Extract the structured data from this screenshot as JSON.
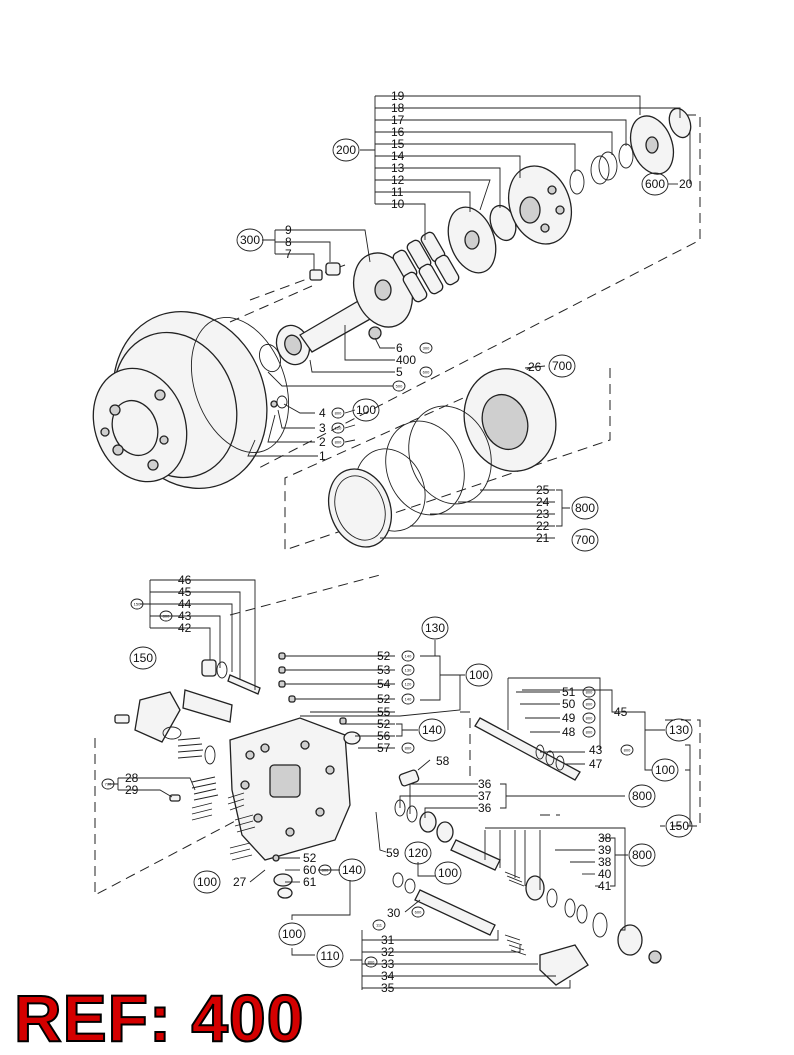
{
  "ref_title": "REF: 400",
  "part_numbers": {
    "top_group": [
      "19",
      "18",
      "17",
      "16",
      "15",
      "14",
      "13",
      "12",
      "11",
      "10"
    ],
    "top_group_marker": "200",
    "subgroup_300": [
      "9",
      "8",
      "7"
    ],
    "subgroup_300_marker": "300",
    "marker_600": "600",
    "part_20": "20",
    "parts_1_6": [
      "6",
      "400",
      "5",
      "4",
      "3",
      "2",
      "1"
    ],
    "marker_100_top": "100",
    "brake_group": [
      "26",
      "25",
      "24",
      "23",
      "22",
      "21"
    ],
    "marker_700_a": "700",
    "marker_800_a": "800",
    "marker_700_b": "700",
    "valve_group_46_42": [
      "46",
      "45",
      "44",
      "43",
      "42"
    ],
    "marker_150_a": "150",
    "marker_130_top": "130",
    "plug_group_52": [
      "52",
      "53",
      "54",
      "52"
    ],
    "marker_100_mid": "100",
    "plug_group_55": [
      "55",
      "52",
      "56",
      "57"
    ],
    "marker_140_a": "140",
    "part_58": "58",
    "spring_group": [
      "28",
      "29"
    ],
    "spool_group_51": [
      "51",
      "50",
      "49",
      "48",
      "43",
      "47"
    ],
    "part_45_right": "45",
    "marker_130_right": "130",
    "marker_100_right": "100",
    "marker_150_right": "150",
    "seal_group_36": [
      "36",
      "37",
      "36"
    ],
    "marker_800_b": "800",
    "part_59": "59",
    "marker_120": "120",
    "marker_100_c": "100",
    "group_38_41": [
      "38",
      "39",
      "38",
      "40",
      "41"
    ],
    "marker_800_c": "800",
    "group_52_61": [
      "52",
      "60",
      "61"
    ],
    "marker_140_b": "140",
    "part_27": "27",
    "marker_100_d": "100",
    "part_30": "30",
    "group_31_35": [
      "31",
      "32",
      "33",
      "34",
      "35"
    ],
    "marker_100_e": "100",
    "marker_110": "110"
  }
}
